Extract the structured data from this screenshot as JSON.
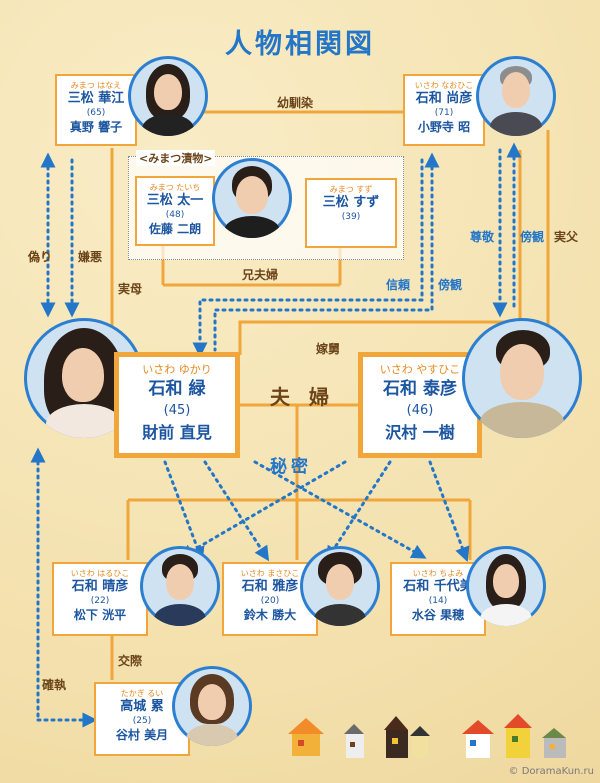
{
  "title": "人物相関図",
  "group_label": "<みまつ漬物>",
  "characters": {
    "hanae": {
      "ruby": "みまつ はなえ",
      "name": "三松 華江",
      "age": "(65)",
      "actor": "真野 響子"
    },
    "naohiko": {
      "ruby": "いさわ なおひこ",
      "name": "石和 尚彦",
      "age": "(71)",
      "actor": "小野寺 昭"
    },
    "taichi": {
      "ruby": "みまつ たいち",
      "name": "三松 太一",
      "age": "(48)",
      "actor": "佐藤 二朗"
    },
    "suzu": {
      "ruby": "みまつ すず",
      "name": "三松 すず",
      "age": "(39)",
      "actor": ""
    },
    "yukari": {
      "ruby": "いさわ ゆかり",
      "name": "石和 緑",
      "age": "(45)",
      "actor": "財前 直見"
    },
    "yasuhiko": {
      "ruby": "いさわ やすひこ",
      "name": "石和 泰彦",
      "age": "(46)",
      "actor": "沢村 一樹"
    },
    "haruhiko": {
      "ruby": "いさわ はるひこ",
      "name": "石和 晴彦",
      "age": "(22)",
      "actor": "松下 洸平"
    },
    "masahiko": {
      "ruby": "いさわ まさひこ",
      "name": "石和 雅彦",
      "age": "(20)",
      "actor": "鈴木 勝大"
    },
    "chiyomi": {
      "ruby": "いさわ ちよみ",
      "name": "石和 千代美",
      "age": "(14)",
      "actor": "水谷 果穂"
    },
    "rui": {
      "ruby": "たかぎ るい",
      "name": "高城 累",
      "age": "(25)",
      "actor": "谷村 美月"
    }
  },
  "relations": {
    "osananajimi": "幼馴染",
    "kyodaifufu": "兄夫婦",
    "jitsubo": "実母",
    "itsuri": "偽り",
    "keno": "嫌悪",
    "shinrai": "信頼",
    "bokan1": "傍観",
    "sonkei": "尊敬",
    "bokan2": "傍観",
    "jippu": "実父",
    "yomeshuto": "嫁舅",
    "fufu": "夫 婦",
    "himitsu": "秘密",
    "koosai": "交際",
    "kakushitsu": "確執"
  },
  "watermark": "© DoramaKun.ru",
  "colors": {
    "line": "#f0a63a",
    "arrow": "#2376c8",
    "accent": "#2376c8",
    "label": "#6b4419"
  }
}
